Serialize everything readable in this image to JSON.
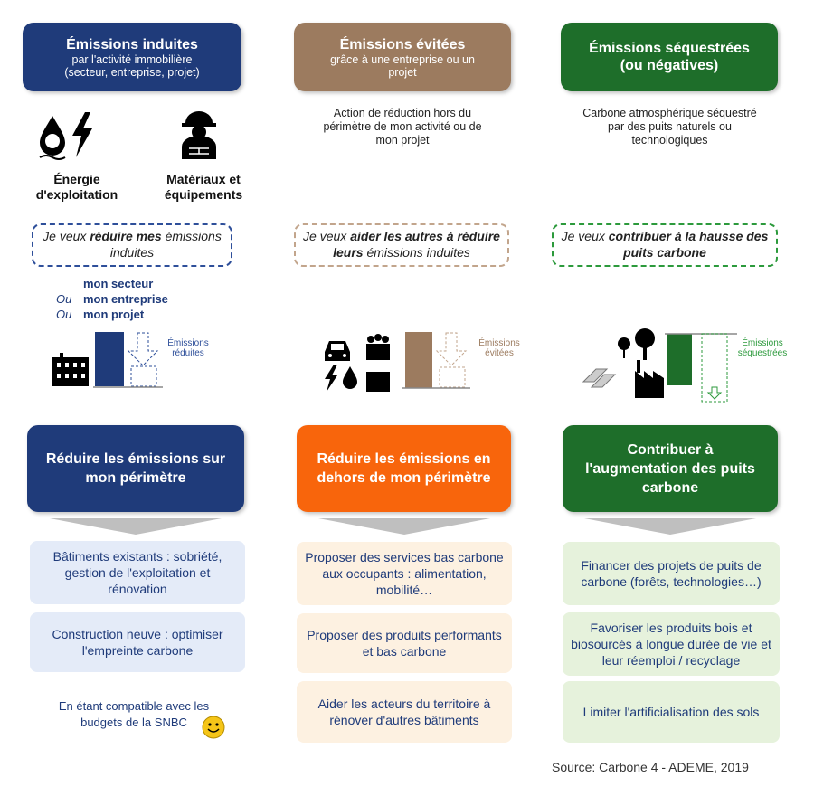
{
  "colors": {
    "navy": "#1f3b7a",
    "brown": "#9c7b5f",
    "green": "#1e6e2a",
    "orange": "#f8650c",
    "light_blue": "#e4ebf8",
    "light_beige": "#fdf1e1",
    "light_green": "#e6f2dc"
  },
  "columns": [
    {
      "title": "Émissions induites",
      "subtitle": "par l'activité immobilière (secteur, entreprise, projet)",
      "icons": [
        {
          "name": "energy-icon",
          "label": "Énergie d'exploitation"
        },
        {
          "name": "worker-icon",
          "label": "Matériaux et équipements"
        }
      ],
      "bubble": {
        "pre": "Je veux ",
        "bold": "réduire mes",
        "post": " émissions induites"
      },
      "scope": {
        "items": [
          "mon secteur",
          "mon entreprise",
          "mon projet"
        ],
        "connector": "Ou"
      },
      "diagram_label": "Émissions réduites",
      "action": "Réduire les émissions sur mon périmètre",
      "boxes": [
        "Bâtiments existants : sobriété, gestion de l'exploitation et rénovation",
        "Construction neuve : optimiser l'empreinte carbone"
      ],
      "note": "En étant compatible avec les budgets de la SNBC"
    },
    {
      "title": "Émissions évitées",
      "subtitle": "grâce à une entreprise ou un projet",
      "description": "Action de réduction hors du périmètre de mon activité ou de mon projet",
      "bubble": {
        "pre": "Je veux ",
        "bold": "aider les autres à réduire leurs",
        "post": " émissions induites"
      },
      "diagram_label": "Émissions évitées",
      "action": "Réduire les émissions en dehors de mon périmètre",
      "boxes": [
        "Proposer des services bas carbone aux occupants : alimentation, mobilité…",
        "Proposer des produits performants et bas carbone",
        "Aider les acteurs du territoire à rénover d'autres bâtiments"
      ]
    },
    {
      "title": "Émissions séquestrées (ou négatives)",
      "description": "Carbone atmosphérique séquestré par des puits naturels ou technologiques",
      "bubble": {
        "pre": "Je veux ",
        "bold": "contribuer à la hausse des puits carbone",
        "post": ""
      },
      "diagram_label": "Émissions séquestrées",
      "action": "Contribuer à l'augmentation des puits carbone",
      "boxes": [
        "Financer des projets de puits de carbone (forêts, technologies…)",
        "Favoriser les produits bois et biosourcés à longue durée de vie et leur réemploi / recyclage",
        "Limiter l'artificialisation des sols"
      ]
    }
  ],
  "source": "Source: Carbone 4 - ADEME, 2019"
}
